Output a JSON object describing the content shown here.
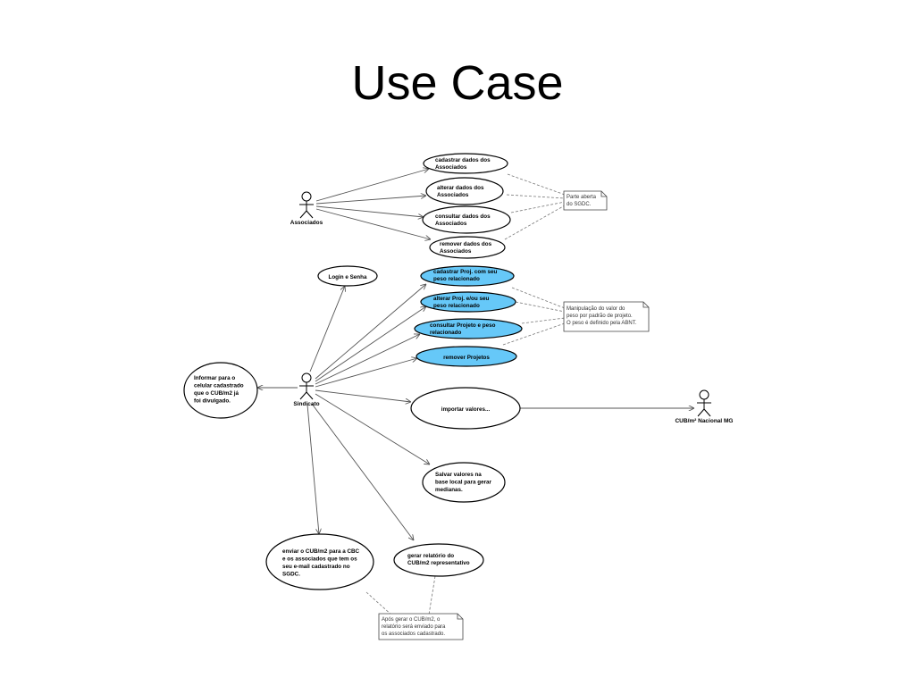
{
  "slide": {
    "title": "Use Case"
  },
  "colors": {
    "highlight_fill": "#66c8f8",
    "plain_fill": "#ffffff",
    "stroke": "#000000",
    "line": "#555555"
  },
  "actors": {
    "associados": "Associados",
    "sindicato": "Sindicato",
    "cub_nacional": "CUB/m² Nacional MG"
  },
  "use_cases": {
    "cadastrar_associados": [
      "cadastrar dados dos",
      "Associados"
    ],
    "alterar_associados": [
      "alterar dados dos",
      "Associados"
    ],
    "consultar_associados": [
      "consultar dados dos",
      "Associados"
    ],
    "remover_associados": [
      "remover dados dos",
      "Associados"
    ],
    "login": [
      "Login e Senha"
    ],
    "cadastrar_proj": [
      "cadastrar Proj. com seu",
      "peso relacionado"
    ],
    "alterar_proj": [
      "alterar Proj. e/ou seu",
      "peso relacionado"
    ],
    "consultar_proj": [
      "consultar Projeto e peso",
      "relacionado"
    ],
    "remover_proj": [
      "remover Projetos"
    ],
    "informar_celular": [
      "Informar para o",
      "celular cadastrado",
      "que o CUB/m2 já",
      "foi divulgado."
    ],
    "importar": [
      "importar valores..."
    ],
    "salvar": [
      "Salvar valores na",
      "base local para gerar",
      "medianas."
    ],
    "enviar_cub": [
      "enviar o CUB/m2 para a CBC",
      "e os associados que tem os",
      "seu e-mail cadastrado no",
      "SGDC."
    ],
    "gerar_relatorio": [
      "gerar relatório do",
      "CUB/m2 representativo"
    ]
  },
  "notes": {
    "parte_aberta": [
      "Parte aberta",
      "do SGDC."
    ],
    "manipulacao": [
      "Manipulação do valor do",
      "peso por padrão de projeto.",
      "O peso é definido pela ABNT."
    ],
    "apos_gerar": [
      "Após gerar o CUB/m2, o",
      "relatório será enviado para",
      "os associados cadastrado."
    ]
  }
}
